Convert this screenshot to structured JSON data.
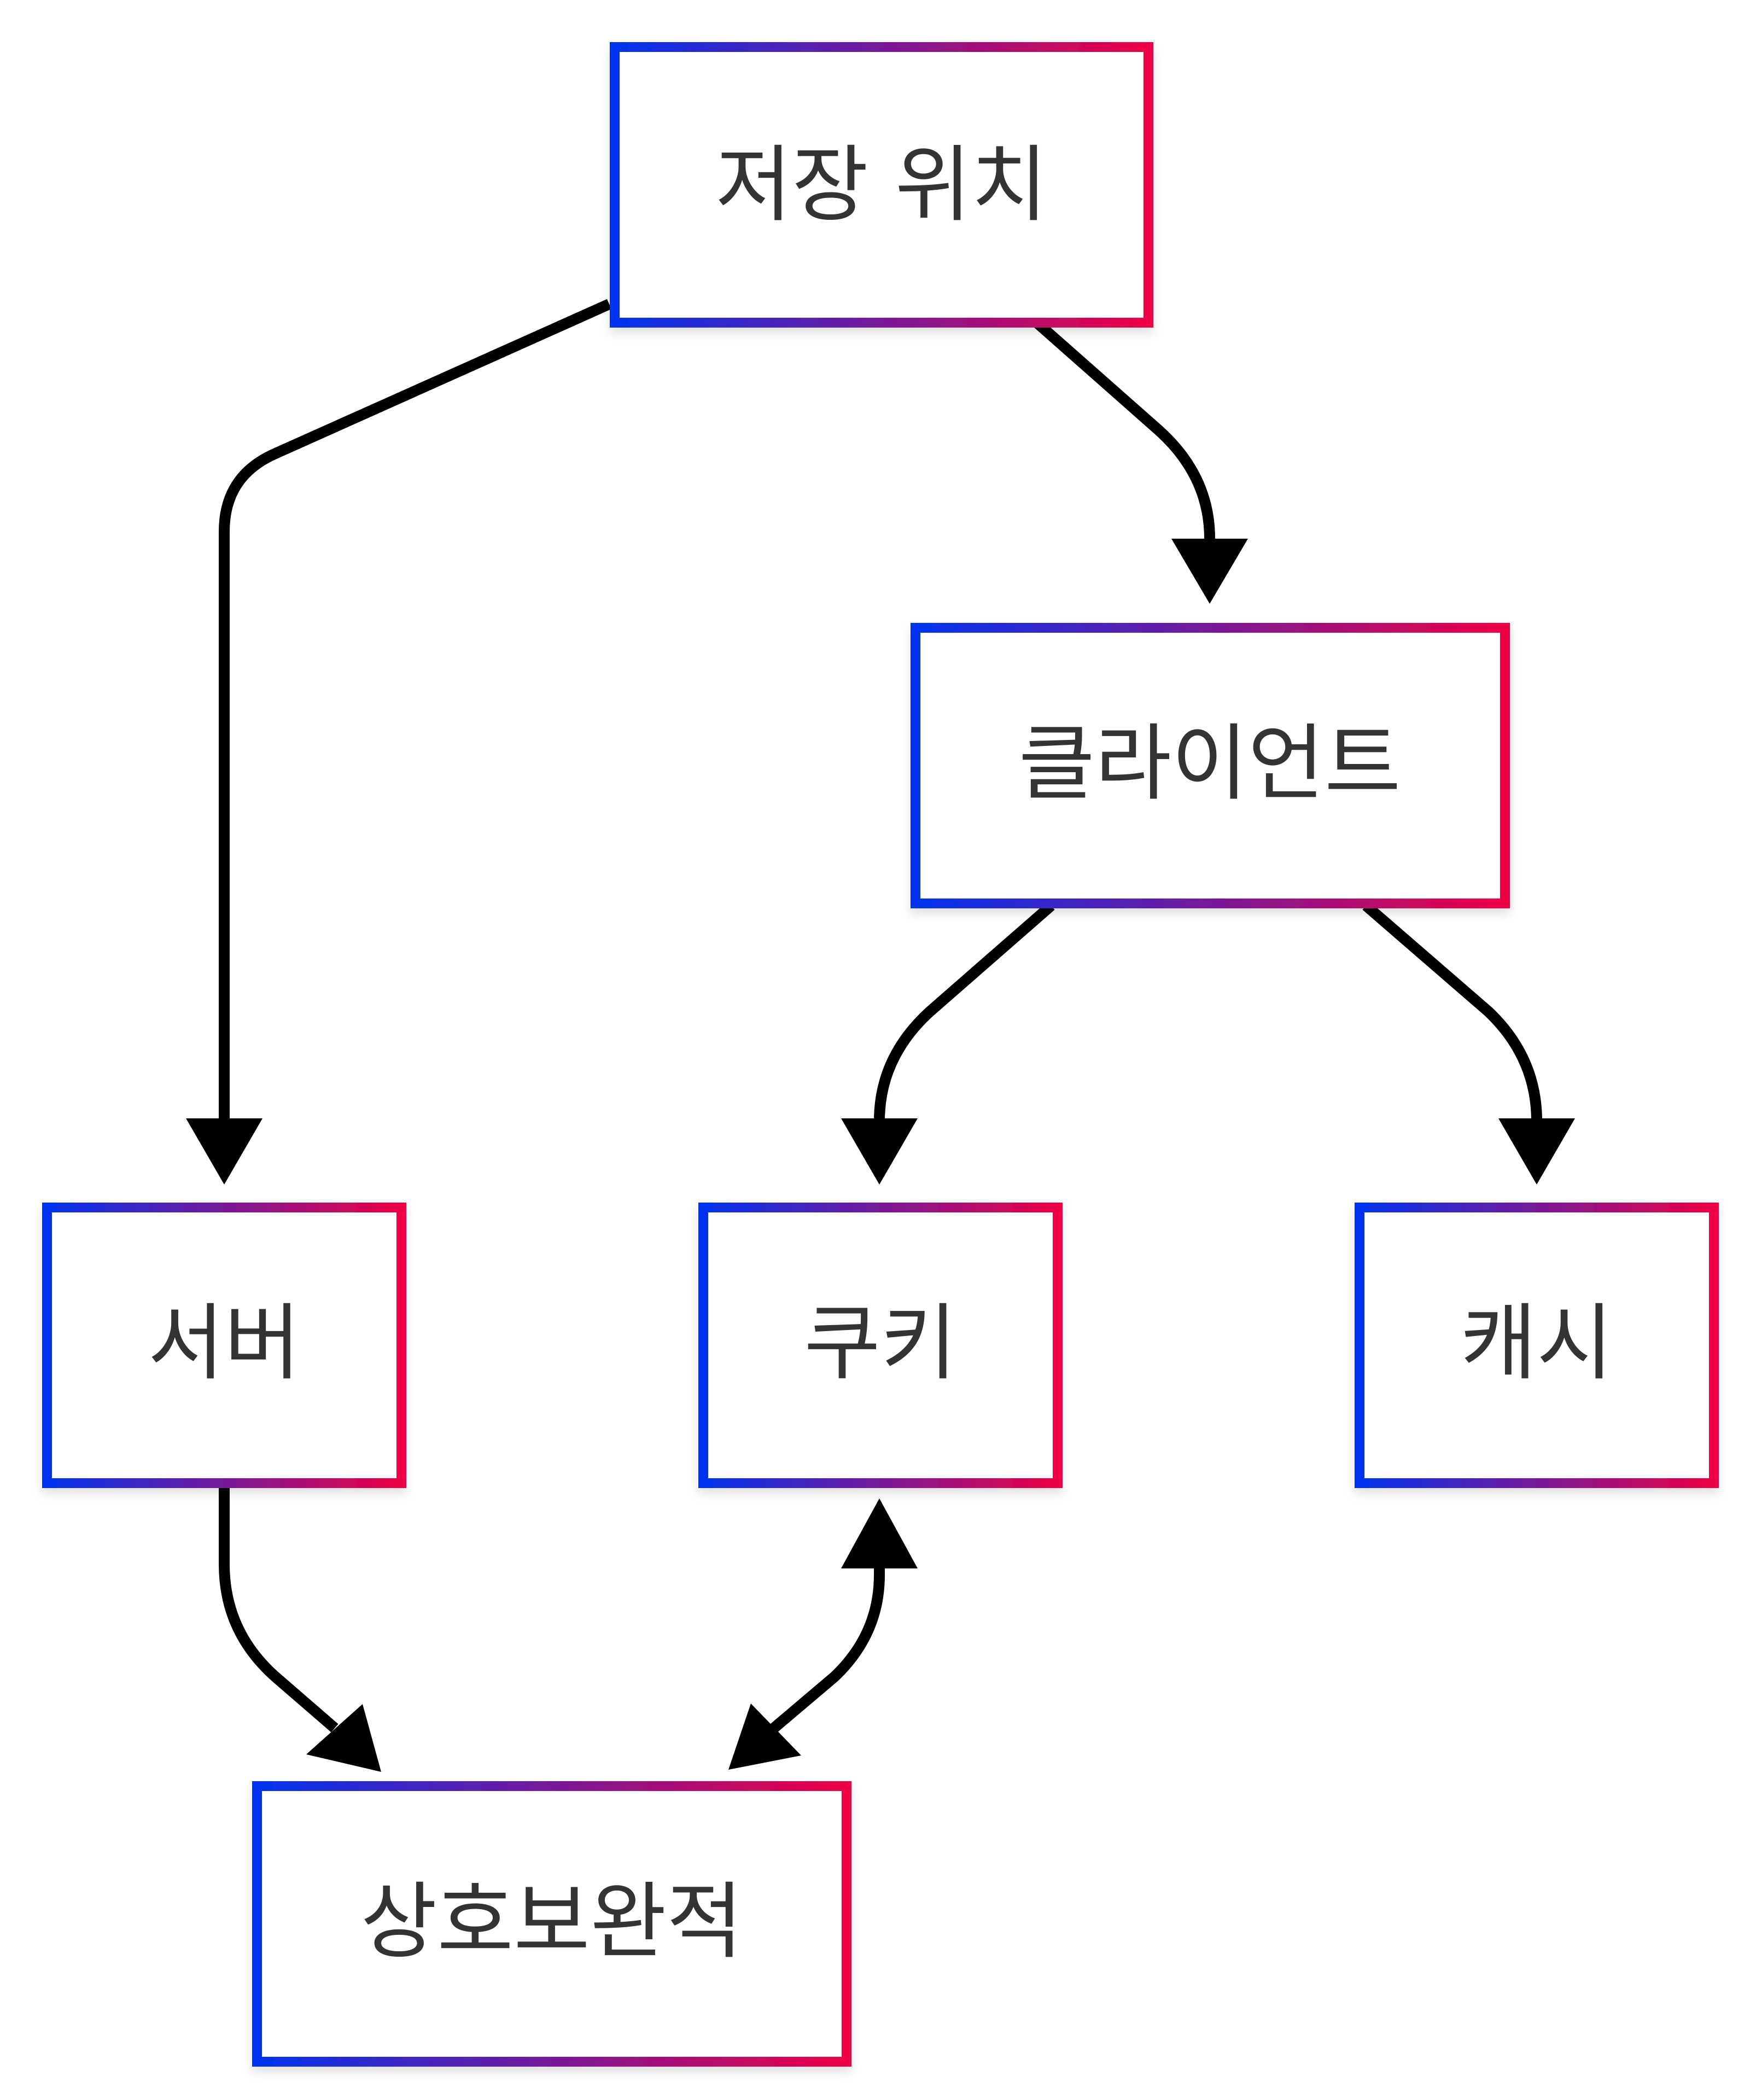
{
  "diagram": {
    "type": "flowchart",
    "border_gradient": [
      "#0033ee",
      "#ee0044"
    ],
    "text_color": "#333333",
    "edge_color": "#000000",
    "nodes": {
      "storage_location": "저장 위치",
      "client": "클라이언트",
      "server": "서버",
      "cookie": "쿠키",
      "cache": "캐시",
      "complementary": "상호보완적"
    },
    "edges": [
      {
        "from": "storage_location",
        "to": "server",
        "direction": "forward"
      },
      {
        "from": "storage_location",
        "to": "client",
        "direction": "forward"
      },
      {
        "from": "client",
        "to": "cookie",
        "direction": "forward"
      },
      {
        "from": "client",
        "to": "cache",
        "direction": "forward"
      },
      {
        "from": "server",
        "to": "complementary",
        "direction": "forward"
      },
      {
        "from": "cookie",
        "to": "complementary",
        "direction": "both"
      }
    ]
  }
}
